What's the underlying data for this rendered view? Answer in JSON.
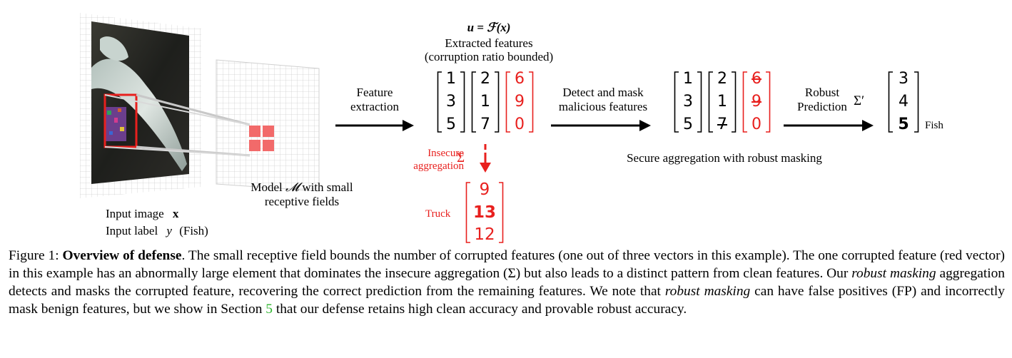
{
  "figure": {
    "input": {
      "image_label": "Input image",
      "image_symbol": "x",
      "label_label": "Input label",
      "label_symbol": "y",
      "label_class": "(Fish)"
    },
    "model": {
      "line1_prefix": "Model",
      "symbol": "𝓜",
      "line1_suffix": "with small",
      "line2": "receptive fields"
    },
    "feature_extraction": {
      "line1": "Feature",
      "line2": "extraction"
    },
    "extracted": {
      "formula": "u = ℱ(x)",
      "line1": "Extracted features",
      "line2": "(corruption ratio bounded)"
    },
    "features": [
      [
        "1",
        "3",
        "5"
      ],
      [
        "2",
        "1",
        "7"
      ],
      [
        "6",
        "9",
        "0"
      ]
    ],
    "detect": {
      "line1": "Detect and mask",
      "line2": "malicious features"
    },
    "masked_features": [
      [
        "1",
        "3",
        "5"
      ],
      [
        "2",
        "1",
        "7"
      ],
      [
        "6",
        "9",
        "0"
      ]
    ],
    "robust": {
      "line1": "Robust",
      "line2": "Prediction",
      "symbol": "Σ′"
    },
    "robust_output": [
      "3",
      "4",
      "5"
    ],
    "robust_class": "Fish",
    "secure_label": "Secure aggregation with robust masking",
    "insecure": {
      "line1": "Insecure",
      "line2": "aggregation",
      "symbol": "Σ"
    },
    "insecure_output": [
      "9",
      "13",
      "12"
    ],
    "insecure_class": "Truck"
  },
  "caption": {
    "figure_label": "Figure 1:",
    "title": "Overview of defense",
    "text1": ". The small receptive field bounds the number of corrupted features (one out of three vectors in this example). The one corrupted feature (red vector) in this example has an abnormally large element that dominates the insecure aggregation (Σ) but also leads to a distinct pattern from clean features. Our ",
    "em1": "robust masking",
    "text2": " aggregation detects and masks the corrupted feature, recovering the correct prediction from the remaining features. We note that ",
    "em2": "robust masking",
    "text3": " can have false positives (FP) and incorrectly mask benign features, but we show in Section ",
    "section_ref": "5",
    "text4": " that our defense retains high clean accuracy and provable robust accuracy."
  },
  "colors": {
    "corrupted": "#e8201e",
    "section_link": "#2eb52e",
    "patch_cell": "#f26a6a"
  }
}
